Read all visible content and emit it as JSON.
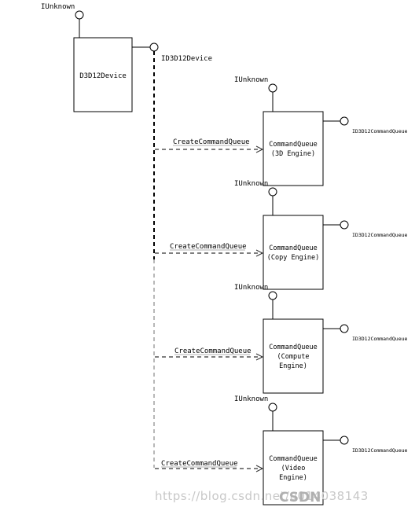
{
  "device": {
    "interface_top": "IUnknown",
    "name": "D3D12Device",
    "interface_right": "ID3D12Device"
  },
  "queues": [
    {
      "interface_top": "IUnknown",
      "interface_right": "ID3D12CommandQueue",
      "call": "CreateCommandQueue",
      "lines": [
        "CommandQueue",
        "(3D Engine)"
      ]
    },
    {
      "interface_top": "IUnknown",
      "interface_right": "ID3D12CommandQueue",
      "call": "CreateCommandQueue",
      "lines": [
        "CommandQueue",
        "(Copy Engine)"
      ]
    },
    {
      "interface_top": "IUnknown",
      "interface_right": "ID3D12CommandQueue",
      "call": "CreateCommandQueue",
      "lines": [
        "CommandQueue",
        "(Compute",
        "Engine)"
      ]
    },
    {
      "interface_top": "IUnknown",
      "interface_right": "ID3D12CommandQueue",
      "call": "CreateCommandQueue",
      "lines": [
        "CommandQueue",
        "(Video",
        "Engine)"
      ]
    }
  ],
  "watermark": {
    "url": "https://blog.csdn.net/u014038143",
    "brand": "CSDN"
  }
}
